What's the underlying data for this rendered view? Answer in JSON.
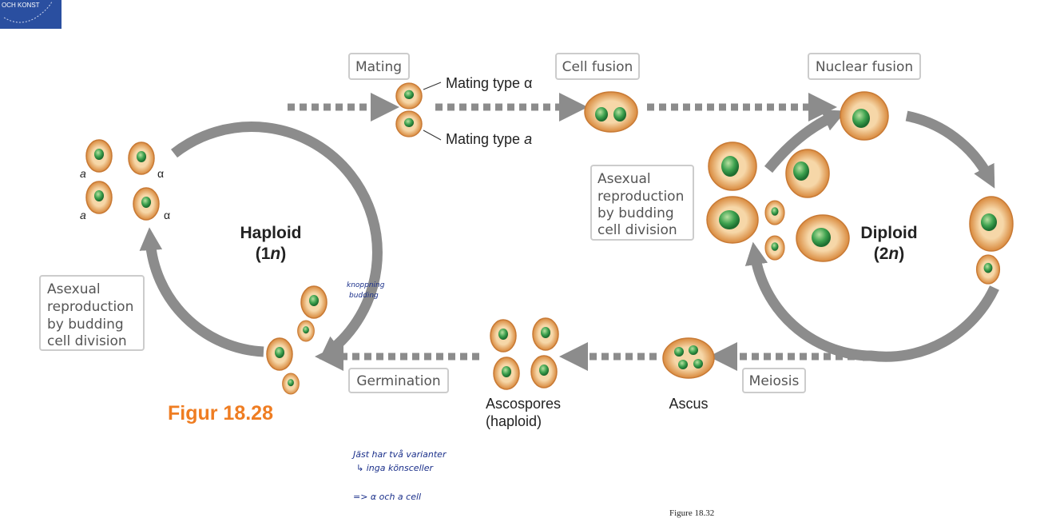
{
  "logo": {
    "text": "OCH KONST",
    "color": "#2a4fa0"
  },
  "steps": {
    "mating": "Mating",
    "cell_fusion": "Cell fusion",
    "nuclear_fusion": "Nuclear fusion",
    "germination": "Germination",
    "meiosis": "Meiosis"
  },
  "mating_types": {
    "alpha": "Mating type α",
    "a_prefix": "Mating type ",
    "a_italic": "a"
  },
  "haploid": {
    "title": "Haploid",
    "ploidy_prefix": "(1",
    "ploidy_n": "n",
    "ploidy_suffix": ")"
  },
  "diploid": {
    "title": "Diploid",
    "ploidy_prefix": "(2",
    "ploidy_n": "n",
    "ploidy_suffix": ")"
  },
  "asexual": {
    "line1": "Asexual",
    "line2": "reproduction",
    "line3": "by budding",
    "line4": "cell division"
  },
  "ascospores": {
    "line1": "Ascospores",
    "line2": "(haploid)"
  },
  "ascus": "Ascus",
  "cell_labels": {
    "a": "a",
    "alpha": "α"
  },
  "figure_label": "Figur 18.28",
  "figure_caption": "Figure 18.32",
  "handwritten": {
    "budding1": "knoppning",
    "budding2": "budding",
    "note1": "Jäst har två varianter",
    "note2": "↳ inga könsceller",
    "note3": "=> α och a cell"
  },
  "colors": {
    "arrow": "#8c8c8c",
    "cell": "#e8a868",
    "nucleus": "#2f9a48",
    "accent": "#ef7d22",
    "ink": "#1a2f8a"
  }
}
